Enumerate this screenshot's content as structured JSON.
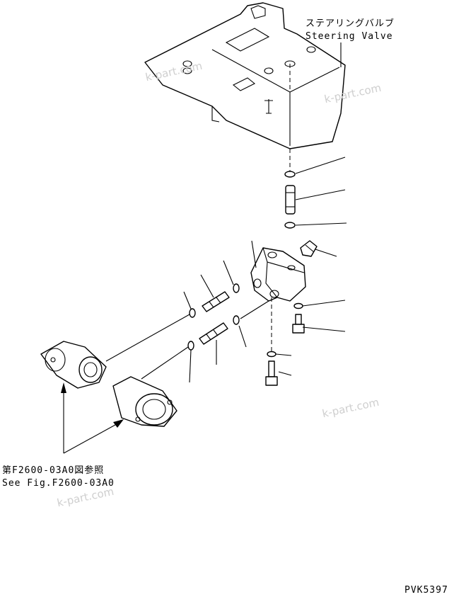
{
  "labels": {
    "steering_valve_jp": "ステアリングバルブ",
    "steering_valve_en": "Steering Valve",
    "see_fig_jp": "第F2600-03A0図参照",
    "see_fig_en": "See Fig.F2600-03A0",
    "drawing_code": "PVK5397"
  },
  "watermarks": [
    "k-part.com",
    "k-part.com",
    "k-part.com",
    "k-part.com"
  ]
}
